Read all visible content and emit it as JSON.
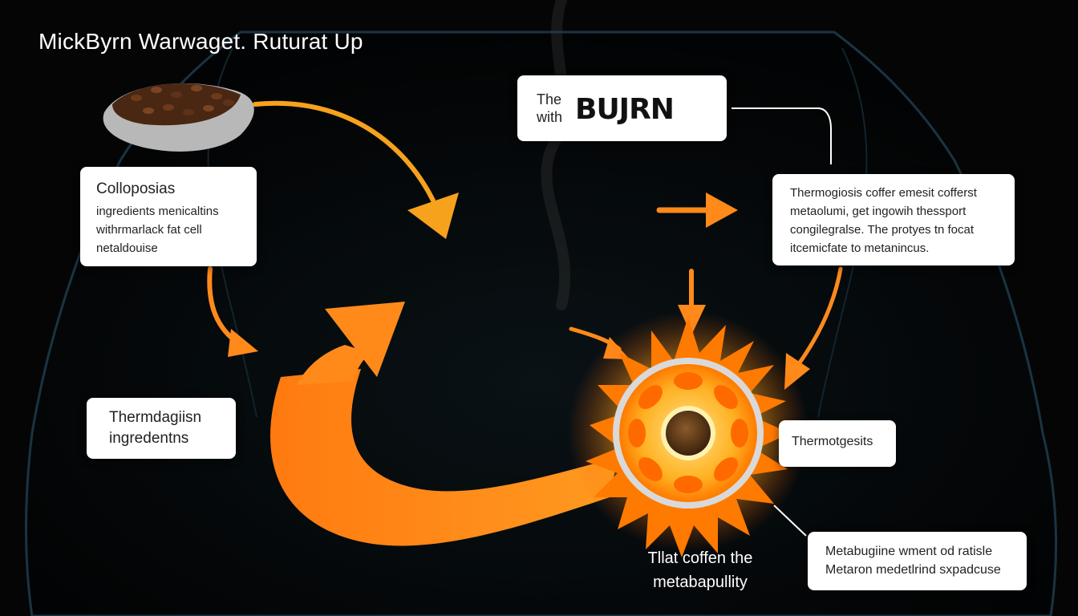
{
  "title": "MickByrn Warwaget. Ruturat Up",
  "cards": {
    "colloposias": {
      "heading": "Colloposias",
      "lines": [
        "ingredients menicaltins",
        "withrmarlack fat cell",
        "netaldouise"
      ]
    },
    "thermdag": {
      "lines": [
        "Thermdagiisn",
        "ingredentns"
      ]
    },
    "burn": {
      "small_top": "The",
      "small_bottom": "with",
      "logo": "BUJRN"
    },
    "thermo_info": {
      "lines": [
        "Thermogiosis coffer emesit cofferst",
        "metaolumi, get ingowih thessport",
        "congilegralse. The protyes tn focat",
        "itcemicfate to metanincus."
      ]
    },
    "thermo": {
      "label": "Thermotgesits"
    },
    "metab": {
      "lines": [
        "Metabugiine wment od ratisle",
        "Metaron medetlrind sxpadcuse"
      ]
    }
  },
  "caption": {
    "lines": [
      "Tllat coffen the",
      "metabapullity"
    ]
  },
  "colors": {
    "background": "#050505",
    "arrow_orange": "#ff8a1a",
    "arrow_yellow": "#f7a21c",
    "cell_core": "#ffb300",
    "cell_ring": "#ff6a00",
    "body_outline": "#1c3a4a"
  }
}
